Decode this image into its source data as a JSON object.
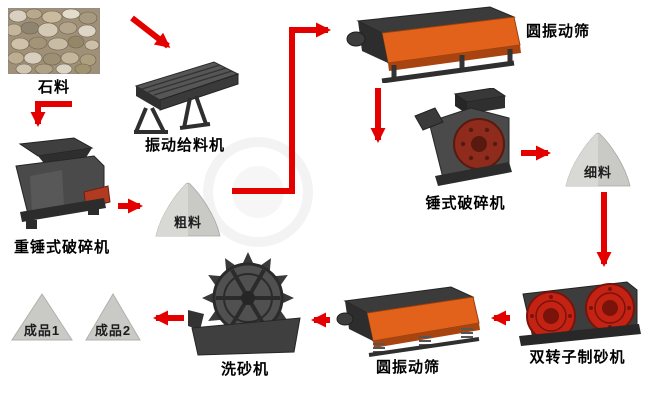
{
  "colors": {
    "arrow": "#e50000",
    "machine_dark": "#3f3f3f",
    "screen_orange": "#e2621c",
    "disc_red": "#8e2b1c",
    "wheel_red": "#c42314",
    "pile_gray": "#c9c9c6",
    "label_color": "#000000"
  },
  "nodes": {
    "stone": {
      "label": "石料"
    },
    "feeder": {
      "label": "振动给料机"
    },
    "screen_top": {
      "label": "圆振动筛"
    },
    "hammer_crusher": {
      "label": "锤式破碎机"
    },
    "fine_material": {
      "label": "细料"
    },
    "sand_maker": {
      "label": "双转子制砂机"
    },
    "screen_bottom": {
      "label": "圆振动筛"
    },
    "sand_washer": {
      "label": "洗砂机"
    },
    "product_1": {
      "label": "成品1"
    },
    "product_2": {
      "label": "成品2"
    },
    "heavy_hammer_crusher": {
      "label": "重锤式破碎机"
    },
    "coarse_material": {
      "label": "粗料"
    }
  },
  "edges": [
    {
      "from": "stone",
      "to": "feeder"
    },
    {
      "from": "stone",
      "to": "heavy_hammer_crusher"
    },
    {
      "from": "heavy_hammer_crusher",
      "to": "coarse_material"
    },
    {
      "from": "coarse_material",
      "to": "screen_top"
    },
    {
      "from": "screen_top",
      "to": "hammer_crusher"
    },
    {
      "from": "hammer_crusher",
      "to": "fine_material"
    },
    {
      "from": "fine_material",
      "to": "sand_maker"
    },
    {
      "from": "sand_maker",
      "to": "screen_bottom"
    },
    {
      "from": "screen_bottom",
      "to": "sand_washer"
    },
    {
      "from": "sand_washer",
      "to": "product_2"
    }
  ]
}
